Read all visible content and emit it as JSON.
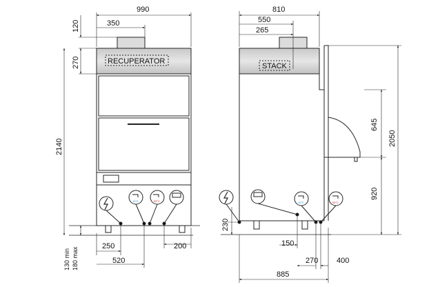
{
  "front": {
    "top_width": "990",
    "flue_width": "350",
    "flue_height": "120",
    "recuperator_height": "270",
    "total_height": "2140",
    "pos_250": "250",
    "pos_520": "520",
    "pos_200": "200",
    "min_leg": "130 min",
    "max_leg": "180 max",
    "recuperator_label": "RECUPERATOR",
    "temp_cold": "10°C",
    "temp_hot": "55°C"
  },
  "side": {
    "top_width": "810",
    "flue_550": "550",
    "flue_265": "265",
    "stack_label": "STACK",
    "h_645": "645",
    "h_2050": "2050",
    "h_920": "920",
    "h_230": "230",
    "d_150": "150",
    "d_270": "270",
    "d_400": "400",
    "depth_885": "885",
    "temp_cold": "10°C",
    "temp_hot": "55°C"
  }
}
